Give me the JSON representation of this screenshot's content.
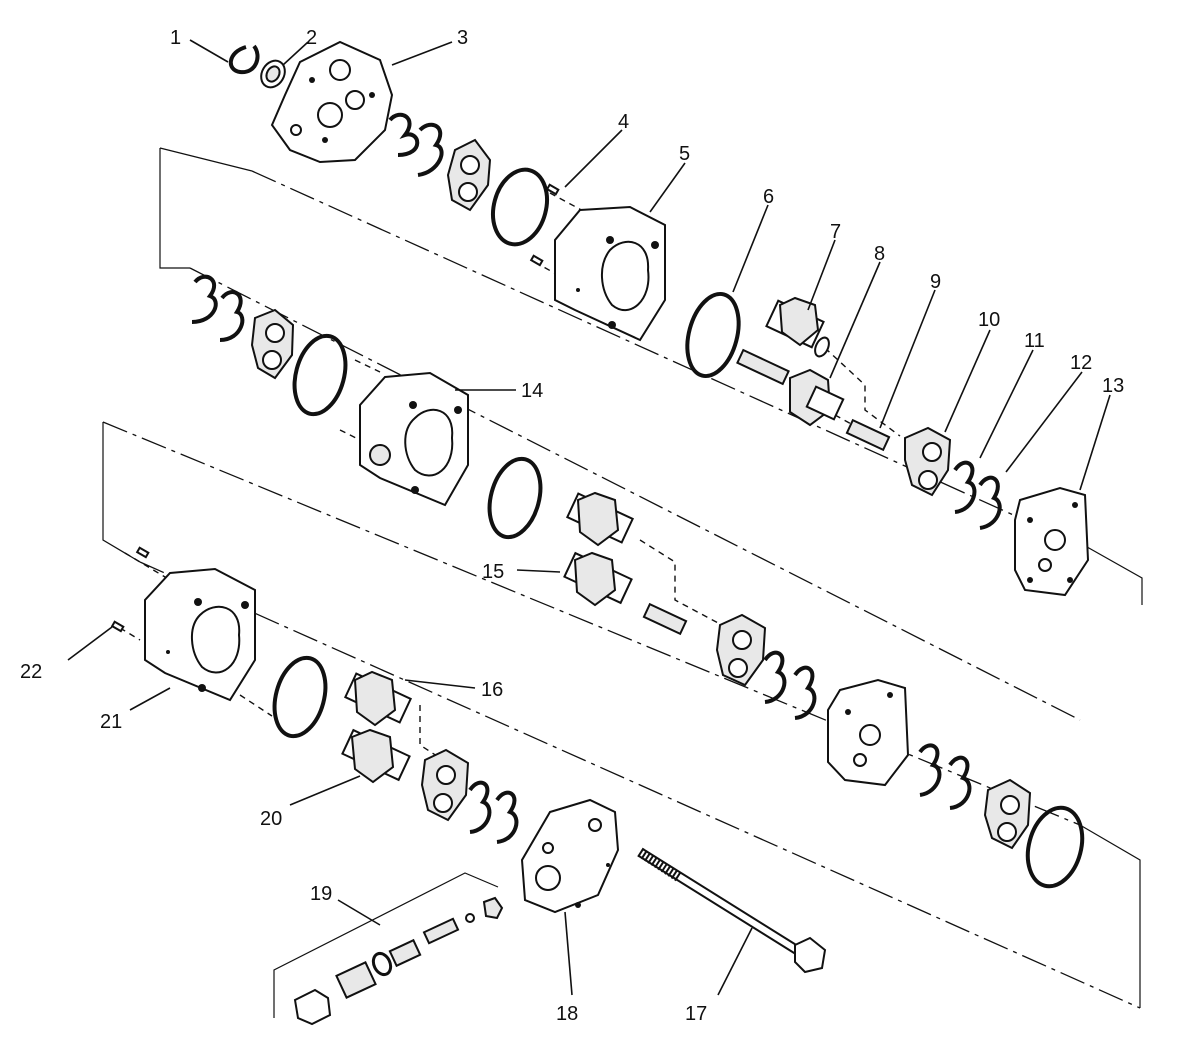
{
  "diagram": {
    "callouts": [
      {
        "id": "c1",
        "text": "1"
      },
      {
        "id": "c2",
        "text": "2"
      },
      {
        "id": "c3",
        "text": "3"
      },
      {
        "id": "c4",
        "text": "4"
      },
      {
        "id": "c5",
        "text": "5"
      },
      {
        "id": "c6",
        "text": "6"
      },
      {
        "id": "c7",
        "text": "7"
      },
      {
        "id": "c8",
        "text": "8"
      },
      {
        "id": "c9",
        "text": "9"
      },
      {
        "id": "c10",
        "text": "10"
      },
      {
        "id": "c11",
        "text": "11"
      },
      {
        "id": "c12",
        "text": "12"
      },
      {
        "id": "c13",
        "text": "13"
      },
      {
        "id": "c14",
        "text": "14"
      },
      {
        "id": "c15",
        "text": "15"
      },
      {
        "id": "c16",
        "text": "16"
      },
      {
        "id": "c17",
        "text": "17"
      },
      {
        "id": "c18",
        "text": "18"
      },
      {
        "id": "c19",
        "text": "19"
      },
      {
        "id": "c20",
        "text": "20"
      },
      {
        "id": "c21",
        "text": "21"
      },
      {
        "id": "c22",
        "text": "22"
      }
    ]
  }
}
